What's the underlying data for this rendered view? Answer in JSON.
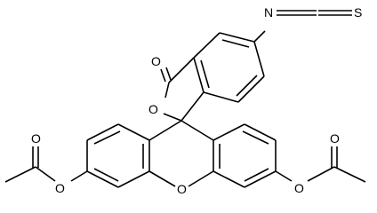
{
  "molecule": {
    "atoms": {
      "isothiocyanate_n": "N",
      "isothiocyanate_c": "C",
      "isothiocyanate_s": "S",
      "lactone_carbonyl_o": "O",
      "lactone_ring_o": "O",
      "xanthene_o": "O",
      "left_ester_o": "O",
      "left_carbonyl_o": "O",
      "right_ester_o": "O",
      "right_carbonyl_o": "O"
    },
    "colors": {
      "bond": "#000000",
      "label": "#000000",
      "background": "#ffffff"
    }
  }
}
